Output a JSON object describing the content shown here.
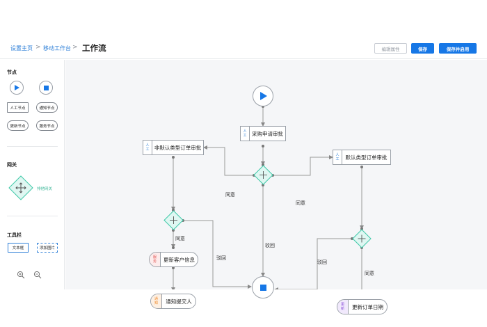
{
  "breadcrumb": {
    "home": "设置主页",
    "workbench": "移动工作台",
    "sep": ">"
  },
  "page_title": "工作流",
  "buttons": {
    "edit_props": "编辑属性",
    "save": "保存",
    "save_enable": "保存并启用"
  },
  "palette": {
    "nodes_title": "节点",
    "manual_node": "人工节点",
    "notify_node": "通知节点",
    "update_node": "更新节点",
    "service_node": "服务节点",
    "gateway_title": "网关",
    "exclusive_gateway": "排他网关",
    "toolbar_title": "工具栏",
    "textbox_tool": "文本框",
    "add_image_tool": "添加图片"
  },
  "flow": {
    "tasks": {
      "purchase": {
        "tag": [
          "人",
          "工"
        ],
        "label": "采购申请审批"
      },
      "non_default": {
        "tag": [
          "人",
          "工"
        ],
        "label": "非默认类型订单审批"
      },
      "default": {
        "tag": [
          "人",
          "工"
        ],
        "label": "默认类型订单审批"
      },
      "update_customer": {
        "tag": [
          "服",
          "务"
        ],
        "label": "更新客户信息"
      },
      "notify_submitter": {
        "tag": [
          "通",
          "知"
        ],
        "label": "通知提交人"
      },
      "update_order_date": {
        "tag": [
          "更",
          "新"
        ],
        "label": "更新订单日期"
      }
    },
    "edges": {
      "agree_left": "同意",
      "agree_right": "同意",
      "reject_center": "驳回",
      "agree_left_down": "同意",
      "reject_left": "驳回",
      "reject_right": "驳回",
      "agree_right_down": "同意"
    }
  },
  "colors": {
    "accent": "#1677e6",
    "gateway_fill": "#dff7f2",
    "gateway_stroke": "#3fc9a8",
    "manual_tag": "#2f80d8",
    "service_tag": "#e0524f",
    "notify_tag": "#f08a2c",
    "update_tag": "#8a4fd8"
  }
}
